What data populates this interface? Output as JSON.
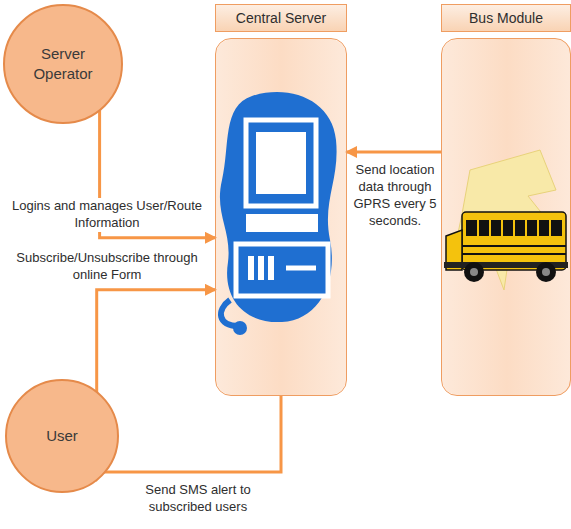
{
  "diagram": {
    "nodes": [
      {
        "text": [
          "Server Operator"
        ]
      },
      {
        "text": [
          "Central Server"
        ]
      },
      {
        "text": [
          "Bus Module"
        ]
      },
      {
        "text": [
          "User"
        ]
      }
    ],
    "edges": [
      {
        "from": 0,
        "to": 1,
        "arrow": "to",
        "label": "Logins and manages User/Route Information"
      },
      {
        "from": 3,
        "to": 1,
        "arrow": "to",
        "label": "Subscribe/Unsubscribe through online Form"
      },
      {
        "from": 2,
        "to": 1,
        "arrow": "to",
        "label": "Send location data through GPRS every 5 seconds."
      },
      {
        "from": 1,
        "to": 3,
        "arrow": "to",
        "label": "Send SMS alert to subscribed users"
      }
    ]
  }
}
